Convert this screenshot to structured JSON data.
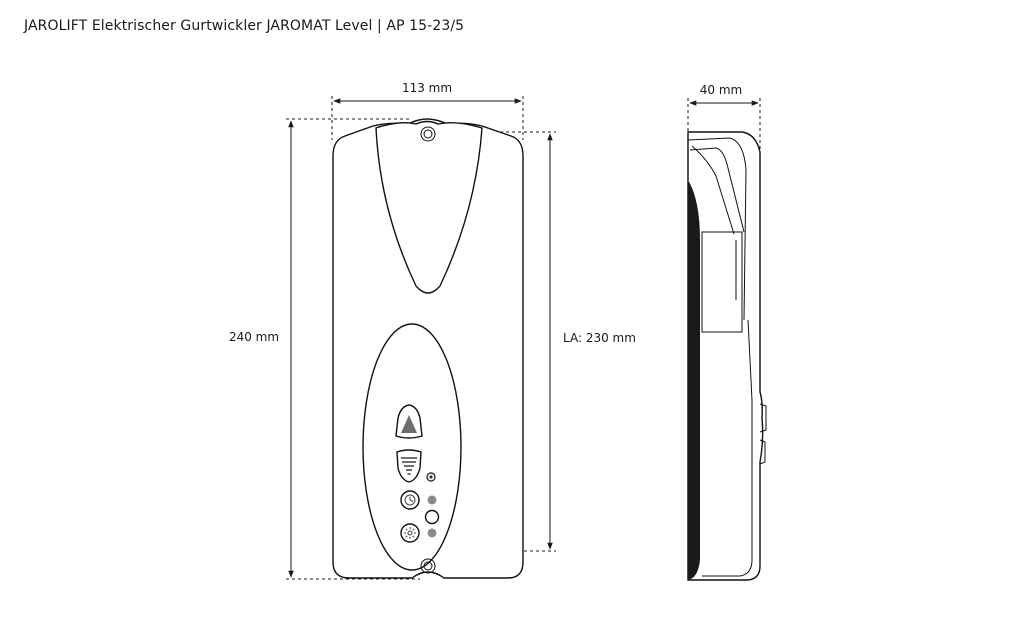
{
  "title": "JAROLIFT Elektrischer Gurtwickler JAROMAT Level | AP 15-23/5",
  "dimensions": {
    "width_front": "113 mm",
    "height_total": "240 mm",
    "hole_spacing": "LA: 230 mm",
    "depth": "40 mm"
  },
  "colors": {
    "line": "#111111",
    "arrow_button": "#6e6e6e",
    "led_grey": "#8a8a8a",
    "side_dark": "#1a1a1a"
  },
  "icons": {
    "up_button": "triangle-up-icon",
    "down_button": "triangle-down-lines-icon",
    "clock_button": "clock-icon",
    "sun_button": "sun-icon"
  }
}
